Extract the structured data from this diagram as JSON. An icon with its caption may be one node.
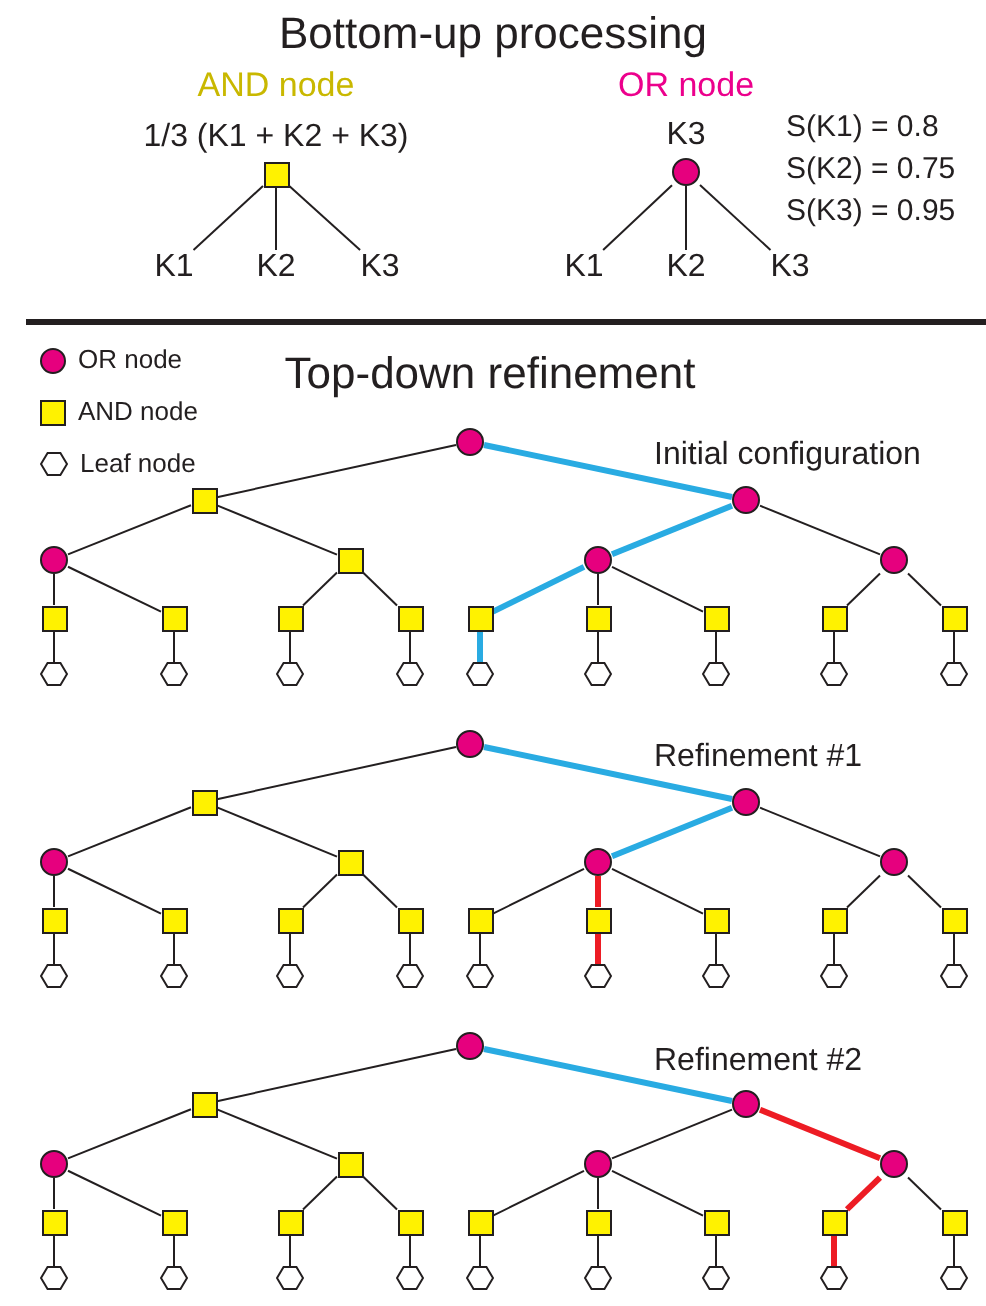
{
  "diagram": {
    "title": "Bottom-up processing",
    "nodes": [
      {
        "text": [],
        "shape": "box",
        "beside": [
          "1/3 (K1 + K2 + K3)"
        ]
      },
      {
        "text": [
          "K1"
        ]
      },
      {
        "text": [
          "K2"
        ]
      },
      {
        "text": [
          "K3"
        ]
      },
      {
        "text": [],
        "shape": "circle",
        "beside": [
          "K3"
        ]
      },
      {
        "text": [
          "K1"
        ]
      },
      {
        "text": [
          "K2"
        ]
      },
      {
        "text": [
          "K3"
        ]
      },
      {
        "text": [],
        "shape": "circle"
      },
      {
        "text": [],
        "shape": "box"
      },
      {
        "text": [],
        "shape": "circle"
      },
      {
        "text": [],
        "shape": "circle"
      },
      {
        "text": [],
        "shape": "box"
      },
      {
        "text": [],
        "shape": "circle"
      },
      {
        "text": [],
        "shape": "circle"
      },
      {
        "text": [],
        "shape": "box"
      },
      {
        "text": [],
        "shape": "box"
      },
      {
        "text": [],
        "shape": "box"
      },
      {
        "text": [],
        "shape": "box"
      },
      {
        "text": [],
        "shape": "box"
      },
      {
        "text": [],
        "shape": "box"
      },
      {
        "text": [],
        "shape": "box"
      },
      {
        "text": [],
        "shape": "box"
      },
      {
        "text": [],
        "shape": "box"
      },
      {
        "text": [],
        "shape": "hexagon"
      },
      {
        "text": [],
        "shape": "hexagon"
      },
      {
        "text": [],
        "shape": "hexagon"
      },
      {
        "text": [],
        "shape": "hexagon"
      },
      {
        "text": [],
        "shape": "hexagon"
      },
      {
        "text": [],
        "shape": "hexagon"
      },
      {
        "text": [],
        "shape": "hexagon"
      },
      {
        "text": [],
        "shape": "hexagon"
      },
      {
        "text": [],
        "shape": "hexagon"
      },
      {
        "text": [],
        "shape": "circle"
      },
      {
        "text": [],
        "shape": "box"
      },
      {
        "text": [],
        "shape": "circle"
      },
      {
        "text": [],
        "shape": "circle"
      },
      {
        "text": [],
        "shape": "box"
      },
      {
        "text": [],
        "shape": "circle"
      },
      {
        "text": [],
        "shape": "circle"
      },
      {
        "text": [],
        "shape": "box"
      },
      {
        "text": [],
        "shape": "box"
      },
      {
        "text": [],
        "shape": "box"
      },
      {
        "text": [],
        "shape": "box"
      },
      {
        "text": [],
        "shape": "box"
      },
      {
        "text": [],
        "shape": "box"
      },
      {
        "text": [],
        "shape": "box"
      },
      {
        "text": [],
        "shape": "box"
      },
      {
        "text": [],
        "shape": "box"
      },
      {
        "text": [],
        "shape": "hexagon"
      },
      {
        "text": [],
        "shape": "hexagon"
      },
      {
        "text": [],
        "shape": "hexagon"
      },
      {
        "text": [],
        "shape": "hexagon"
      },
      {
        "text": [],
        "shape": "hexagon"
      },
      {
        "text": [],
        "shape": "hexagon"
      },
      {
        "text": [],
        "shape": "hexagon"
      },
      {
        "text": [],
        "shape": "hexagon"
      },
      {
        "text": [],
        "shape": "hexagon"
      },
      {
        "text": [],
        "shape": "circle"
      },
      {
        "text": [],
        "shape": "box"
      },
      {
        "text": [],
        "shape": "circle"
      },
      {
        "text": [],
        "shape": "circle"
      },
      {
        "text": [],
        "shape": "box"
      },
      {
        "text": [],
        "shape": "circle"
      },
      {
        "text": [],
        "shape": "circle"
      },
      {
        "text": [],
        "shape": "box"
      },
      {
        "text": [],
        "shape": "box"
      },
      {
        "text": [],
        "shape": "box"
      },
      {
        "text": [],
        "shape": "box"
      },
      {
        "text": [],
        "shape": "box"
      },
      {
        "text": [],
        "shape": "box"
      },
      {
        "text": [],
        "shape": "box"
      },
      {
        "text": [],
        "shape": "box"
      },
      {
        "text": [],
        "shape": "box"
      },
      {
        "text": [],
        "shape": "hexagon"
      },
      {
        "text": [],
        "shape": "hexagon"
      },
      {
        "text": [],
        "shape": "hexagon"
      },
      {
        "text": [],
        "shape": "hexagon"
      },
      {
        "text": [],
        "shape": "hexagon"
      },
      {
        "text": [],
        "shape": "hexagon"
      },
      {
        "text": [],
        "shape": "hexagon"
      },
      {
        "text": [],
        "shape": "hexagon"
      },
      {
        "text": [],
        "shape": "hexagon"
      }
    ],
    "edges": [
      {
        "from": 0,
        "to": 1,
        "arrow": "none"
      },
      {
        "from": 0,
        "to": 2,
        "arrow": "none"
      },
      {
        "from": 0,
        "to": 3,
        "arrow": "none"
      },
      {
        "from": 4,
        "to": 5,
        "arrow": "none"
      },
      {
        "from": 4,
        "to": 6,
        "arrow": "none"
      },
      {
        "from": 4,
        "to": 7,
        "arrow": "none"
      },
      {
        "from": 8,
        "to": 9,
        "arrow": "none"
      },
      {
        "from": 8,
        "to": 10,
        "arrow": "none",
        "style": "thick",
        "color": "#29abe2"
      },
      {
        "from": 9,
        "to": 11,
        "arrow": "none"
      },
      {
        "from": 9,
        "to": 12,
        "arrow": "none"
      },
      {
        "from": 10,
        "to": 13,
        "arrow": "none",
        "style": "thick",
        "color": "#29abe2"
      },
      {
        "from": 10,
        "to": 14,
        "arrow": "none"
      },
      {
        "from": 11,
        "to": 15,
        "arrow": "none"
      },
      {
        "from": 11,
        "to": 16,
        "arrow": "none"
      },
      {
        "from": 12,
        "to": 17,
        "arrow": "none"
      },
      {
        "from": 12,
        "to": 18,
        "arrow": "none"
      },
      {
        "from": 13,
        "to": 19,
        "arrow": "none",
        "style": "thick",
        "color": "#29abe2"
      },
      {
        "from": 13,
        "to": 20,
        "arrow": "none"
      },
      {
        "from": 13,
        "to": 21,
        "arrow": "none"
      },
      {
        "from": 14,
        "to": 22,
        "arrow": "none"
      },
      {
        "from": 14,
        "to": 23,
        "arrow": "none"
      },
      {
        "from": 15,
        "to": 24,
        "arrow": "none"
      },
      {
        "from": 16,
        "to": 25,
        "arrow": "none"
      },
      {
        "from": 17,
        "to": 26,
        "arrow": "none"
      },
      {
        "from": 18,
        "to": 27,
        "arrow": "none"
      },
      {
        "from": 19,
        "to": 28,
        "arrow": "none",
        "style": "thick",
        "color": "#29abe2"
      },
      {
        "from": 20,
        "to": 29,
        "arrow": "none"
      },
      {
        "from": 21,
        "to": 30,
        "arrow": "none"
      },
      {
        "from": 22,
        "to": 31,
        "arrow": "none"
      },
      {
        "from": 23,
        "to": 32,
        "arrow": "none"
      },
      {
        "from": 33,
        "to": 34,
        "arrow": "none"
      },
      {
        "from": 33,
        "to": 35,
        "arrow": "none",
        "style": "thick",
        "color": "#29abe2"
      },
      {
        "from": 34,
        "to": 36,
        "arrow": "none"
      },
      {
        "from": 34,
        "to": 37,
        "arrow": "none"
      },
      {
        "from": 35,
        "to": 38,
        "arrow": "none",
        "style": "thick",
        "color": "#29abe2"
      },
      {
        "from": 35,
        "to": 39,
        "arrow": "none"
      },
      {
        "from": 36,
        "to": 40,
        "arrow": "none"
      },
      {
        "from": 36,
        "to": 41,
        "arrow": "none"
      },
      {
        "from": 37,
        "to": 42,
        "arrow": "none"
      },
      {
        "from": 37,
        "to": 43,
        "arrow": "none"
      },
      {
        "from": 38,
        "to": 44,
        "arrow": "none"
      },
      {
        "from": 38,
        "to": 45,
        "arrow": "none",
        "style": "thick",
        "color": "#ed1c24"
      },
      {
        "from": 38,
        "to": 46,
        "arrow": "none"
      },
      {
        "from": 39,
        "to": 47,
        "arrow": "none"
      },
      {
        "from": 39,
        "to": 48,
        "arrow": "none"
      },
      {
        "from": 40,
        "to": 49,
        "arrow": "none"
      },
      {
        "from": 41,
        "to": 50,
        "arrow": "none"
      },
      {
        "from": 42,
        "to": 51,
        "arrow": "none"
      },
      {
        "from": 43,
        "to": 52,
        "arrow": "none"
      },
      {
        "from": 44,
        "to": 53,
        "arrow": "none"
      },
      {
        "from": 45,
        "to": 54,
        "arrow": "none",
        "style": "thick",
        "color": "#ed1c24"
      },
      {
        "from": 46,
        "to": 55,
        "arrow": "none"
      },
      {
        "from": 47,
        "to": 56,
        "arrow": "none"
      },
      {
        "from": 48,
        "to": 57,
        "arrow": "none"
      },
      {
        "from": 58,
        "to": 59,
        "arrow": "none"
      },
      {
        "from": 58,
        "to": 60,
        "arrow": "none",
        "style": "thick",
        "color": "#29abe2"
      },
      {
        "from": 59,
        "to": 61,
        "arrow": "none"
      },
      {
        "from": 59,
        "to": 62,
        "arrow": "none"
      },
      {
        "from": 60,
        "to": 63,
        "arrow": "none"
      },
      {
        "from": 60,
        "to": 64,
        "arrow": "none",
        "style": "thick",
        "color": "#ed1c24"
      },
      {
        "from": 61,
        "to": 65,
        "arrow": "none"
      },
      {
        "from": 61,
        "to": 66,
        "arrow": "none"
      },
      {
        "from": 62,
        "to": 67,
        "arrow": "none"
      },
      {
        "from": 62,
        "to": 68,
        "arrow": "none"
      },
      {
        "from": 63,
        "to": 69,
        "arrow": "none"
      },
      {
        "from": 63,
        "to": 70,
        "arrow": "none"
      },
      {
        "from": 63,
        "to": 71,
        "arrow": "none"
      },
      {
        "from": 64,
        "to": 72,
        "arrow": "none",
        "style": "thick",
        "color": "#ed1c24"
      },
      {
        "from": 64,
        "to": 73,
        "arrow": "none"
      },
      {
        "from": 65,
        "to": 74,
        "arrow": "none"
      },
      {
        "from": 66,
        "to": 75,
        "arrow": "none"
      },
      {
        "from": 67,
        "to": 76,
        "arrow": "none"
      },
      {
        "from": 68,
        "to": 77,
        "arrow": "none"
      },
      {
        "from": 69,
        "to": 78,
        "arrow": "none"
      },
      {
        "from": 70,
        "to": 79,
        "arrow": "none"
      },
      {
        "from": 71,
        "to": 80,
        "arrow": "none"
      },
      {
        "from": 72,
        "to": 81,
        "arrow": "none",
        "style": "thick",
        "color": "#ed1c24"
      },
      {
        "from": 73,
        "to": 82,
        "arrow": "none"
      }
    ],
    "labels": [
      "AND node",
      "OR node",
      "S(K1) = 0.8",
      "S(K2) = 0.75",
      "S(K3) = 0.95",
      "Top-down refinement",
      "Initial configuration",
      "Refinement #1",
      "Refinement #2"
    ],
    "legend": [
      {
        "text": "OR node"
      },
      {
        "text": "AND node"
      },
      {
        "text": "Leaf node"
      }
    ]
  }
}
